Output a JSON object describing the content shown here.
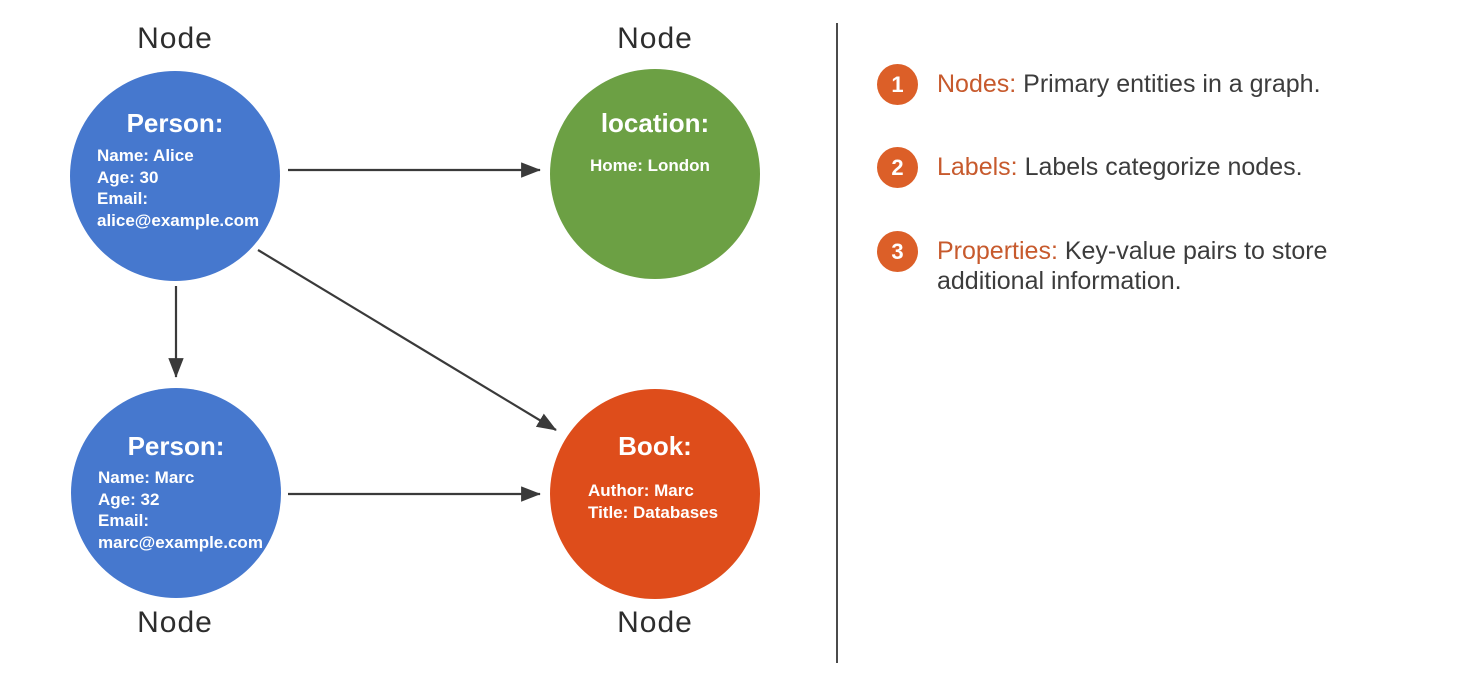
{
  "diagram": {
    "nodes": [
      {
        "id": "person-alice",
        "label": "Node",
        "title": "Person:",
        "lines": [
          "Name: Alice",
          "Age: 30",
          "Email:",
          "alice@example.com"
        ],
        "color": "#4678CE"
      },
      {
        "id": "location",
        "label": "Node",
        "title": "location:",
        "lines": [
          "Home: London"
        ],
        "color": "#6CA044"
      },
      {
        "id": "person-marc",
        "label": "Node",
        "title": "Person:",
        "lines": [
          "Name: Marc",
          "Age: 32",
          "Email:",
          "marc@example.com"
        ],
        "color": "#4678CE"
      },
      {
        "id": "book",
        "label": "Node",
        "title": "Book:",
        "lines": [
          "Author: Marc",
          "Title: Databases"
        ],
        "color": "#DE4D1B"
      }
    ],
    "edges": [
      {
        "from": "person-alice",
        "to": "location"
      },
      {
        "from": "person-alice",
        "to": "person-marc"
      },
      {
        "from": "person-alice",
        "to": "book"
      },
      {
        "from": "person-marc",
        "to": "book"
      }
    ]
  },
  "legend": {
    "items": [
      {
        "number": "1",
        "title": "Nodes:",
        "description": "Primary entities in a graph."
      },
      {
        "number": "2",
        "title": "Labels:",
        "description": "Labels categorize nodes."
      },
      {
        "number": "3",
        "title": "Properties:",
        "description": "Key-value pairs to store additional information."
      }
    ]
  },
  "colors": {
    "person_node": "#4678CE",
    "location_node": "#6CA044",
    "book_node": "#DE4D1B",
    "legend_badge": "#DC5F28",
    "legend_title": "#C75A2D",
    "arrow": "#3A3A3A",
    "divider": "#4B4B4B",
    "node_label_text": "#2D2D2D"
  }
}
